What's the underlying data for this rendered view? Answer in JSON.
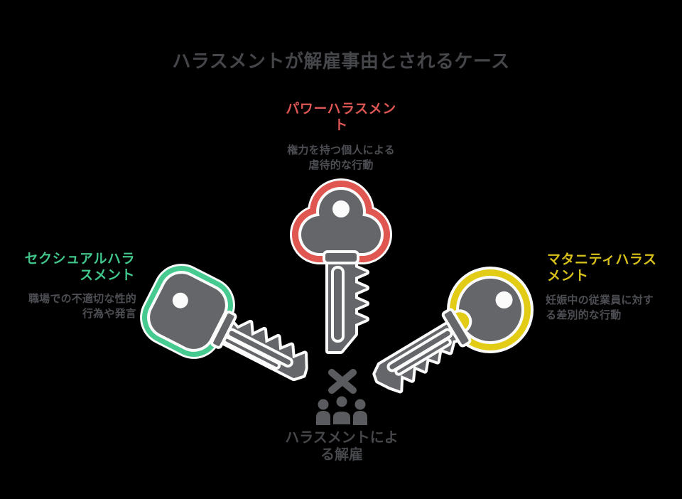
{
  "title": "ハラスメントが解雇事由とされるケース",
  "nodes": {
    "power": {
      "label": "パワーハラスメン\nト",
      "desc": "権力を持つ個人による\n虐待的な行動",
      "accent_ring": "#e05752",
      "accent_text": "#dd5653",
      "icon": "key-icon"
    },
    "sexual": {
      "label": "セクシュアルハラ\nスメント",
      "desc": "職場での不適切な性的\n行為や発言",
      "accent_ring": "#46ca90",
      "accent_text": "#41c78c",
      "icon": "key-icon"
    },
    "maternity": {
      "label": "マタニティハラス\nメント",
      "desc": "妊娠中の従業員に対す\nる差別的な行動",
      "accent_ring": "#e2cc16",
      "accent_text": "#d8c11a",
      "icon": "key-icon"
    }
  },
  "outcome": {
    "label": "ハラスメントによ\nる解雇",
    "blocked_icon": "x-mark-icon",
    "group_icon": "people-group-icon"
  },
  "colors": {
    "background": "#000000",
    "title_text": "#45464a",
    "body_text": "#4c4e53",
    "outcome_text": "#46474b",
    "key_gray": "#646669",
    "icon_gray": "#5a5b5e",
    "outline_white": "#fbfbfb"
  }
}
